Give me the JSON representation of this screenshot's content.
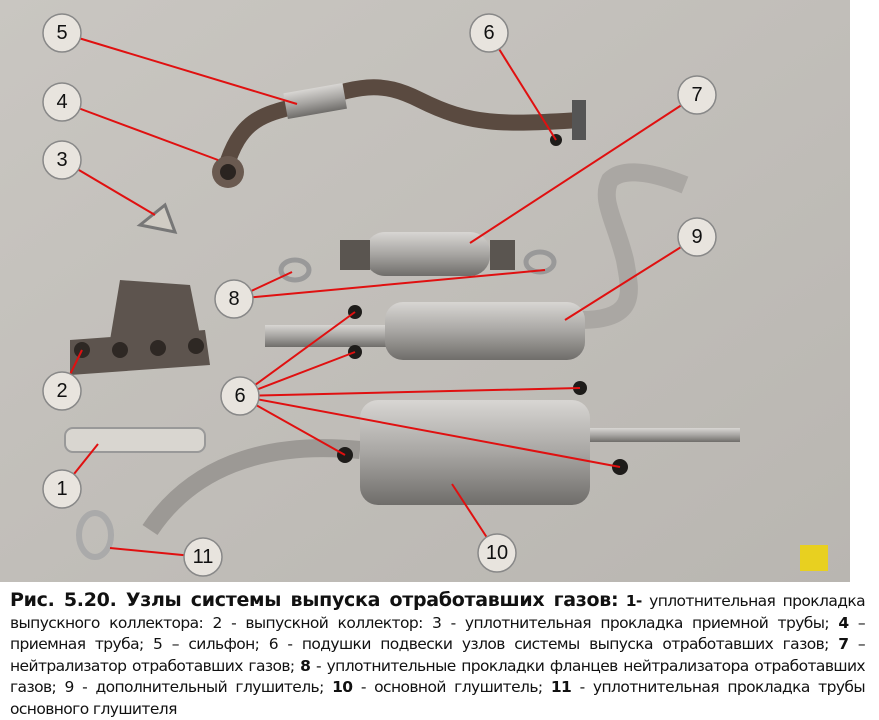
{
  "figure": {
    "callouts": [
      "5",
      "4",
      "3",
      "6",
      "7",
      "9",
      "8",
      "2",
      "6",
      "1",
      "11",
      "10"
    ]
  },
  "caption": {
    "title": "Рис. 5.20. Узлы системы выпуска отработавших газов:",
    "parts": [
      {
        "n": "1-",
        "t": " уплотнительная прокладка выпускного коллектора: 2 - выпускной коллектор: 3 - уплотнительная прокладка приемной трубы; "
      },
      {
        "n": "4",
        "t": " – приемная труба; 5 – сильфон; 6 - подушки подвески узлов системы выпуска отработавших газов; "
      },
      {
        "n": "7",
        "t": " – нейтрализатор отработавших газов; "
      },
      {
        "n": "8",
        "t": " - уплотнительные прокладки фланцев нейтрализатора отработавших газов; 9 - дополнительный глушитель; "
      },
      {
        "n": "10",
        "t": " - основной глушитель; "
      },
      {
        "n": "11",
        "t": " - уплотнительная прокладка трубы основного глушителя"
      }
    ]
  }
}
